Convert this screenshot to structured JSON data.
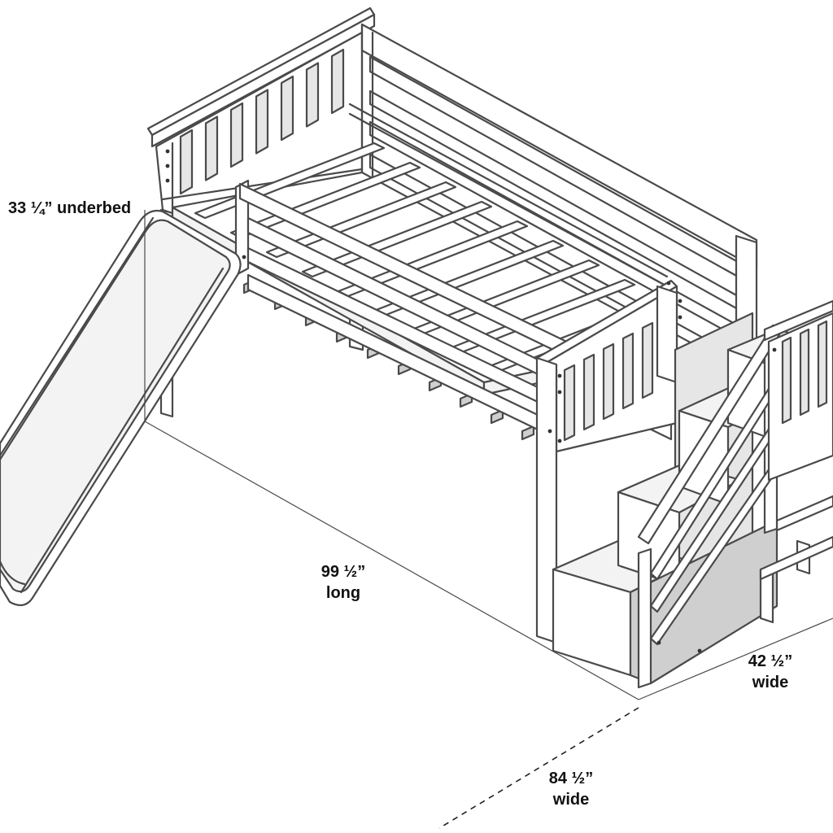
{
  "dimensions": {
    "underbed": "33 ¼” underbed",
    "length_value": "99 ½”",
    "length_label": "long",
    "bed_width_value": "42 ½”",
    "bed_width_label": "wide",
    "overall_width_value": "84 ½”",
    "overall_width_label": "wide"
  },
  "colors": {
    "line": "#4a4a4a",
    "panel": "#ffffff",
    "shade": "#e6e6e6",
    "text": "#111111"
  }
}
